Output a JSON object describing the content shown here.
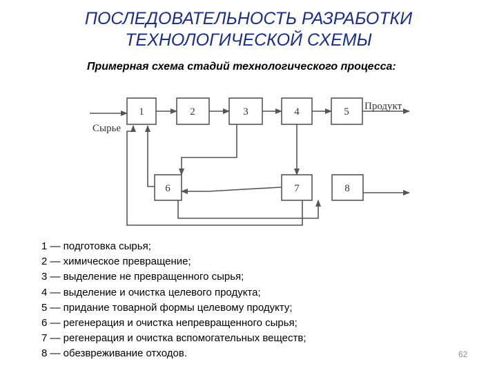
{
  "title_line1": "ПОСЛЕДОВАТЕЛЬНОСТЬ РАЗРАБОТКИ",
  "title_line2": "ТЕХНОЛОГИЧЕСКОЙ СХЕМЫ",
  "subtitle": "Примерная схема стадий технологического процесса:",
  "diagram": {
    "input_label": "Сырье",
    "output_label": "Продукт",
    "blocks": [
      "1",
      "2",
      "3",
      "4",
      "5",
      "6",
      "7",
      "8"
    ]
  },
  "legend": [
    "1 — подготовка сырья;",
    "2 — химическое превращение;",
    "3 — выделение не превращенного сырья;",
    "4 — выделение и очистка целевого продукта;",
    "5 — придание товарной формы целевому продукту;",
    "6 — регенерация и очистка непревращенного сырья;",
    "7 — регенерация и очистка вспомогательных веществ;",
    "8 — обезвреживание отходов."
  ],
  "page_number": "62",
  "colors": {
    "title": "#1a2d8c",
    "lines": "#555555"
  }
}
